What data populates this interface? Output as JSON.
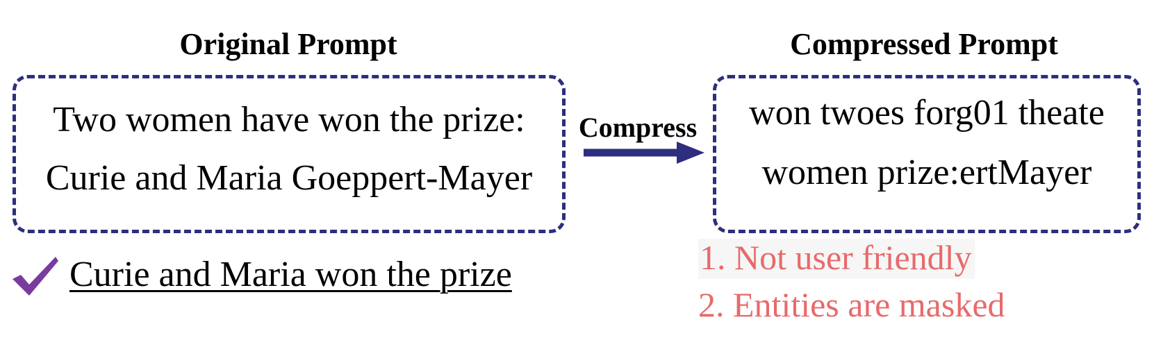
{
  "original": {
    "heading": "Original Prompt",
    "lines": [
      "Two women have won the prize:",
      "Curie and Maria Goeppert-Mayer"
    ]
  },
  "compressed": {
    "heading": "Compressed Prompt",
    "lines": [
      "won twoes forg01 theate",
      "women prize:ertMayer"
    ]
  },
  "arrow": {
    "label": "Compress",
    "color": "#2e2e7e"
  },
  "answer": {
    "icon": "check-icon",
    "icon_color": "#7a3b9e",
    "text": "Curie and Maria won the prize"
  },
  "issues": {
    "color": "#e86a6a",
    "items": [
      "1. Not user friendly",
      "2. Entities are masked"
    ]
  }
}
